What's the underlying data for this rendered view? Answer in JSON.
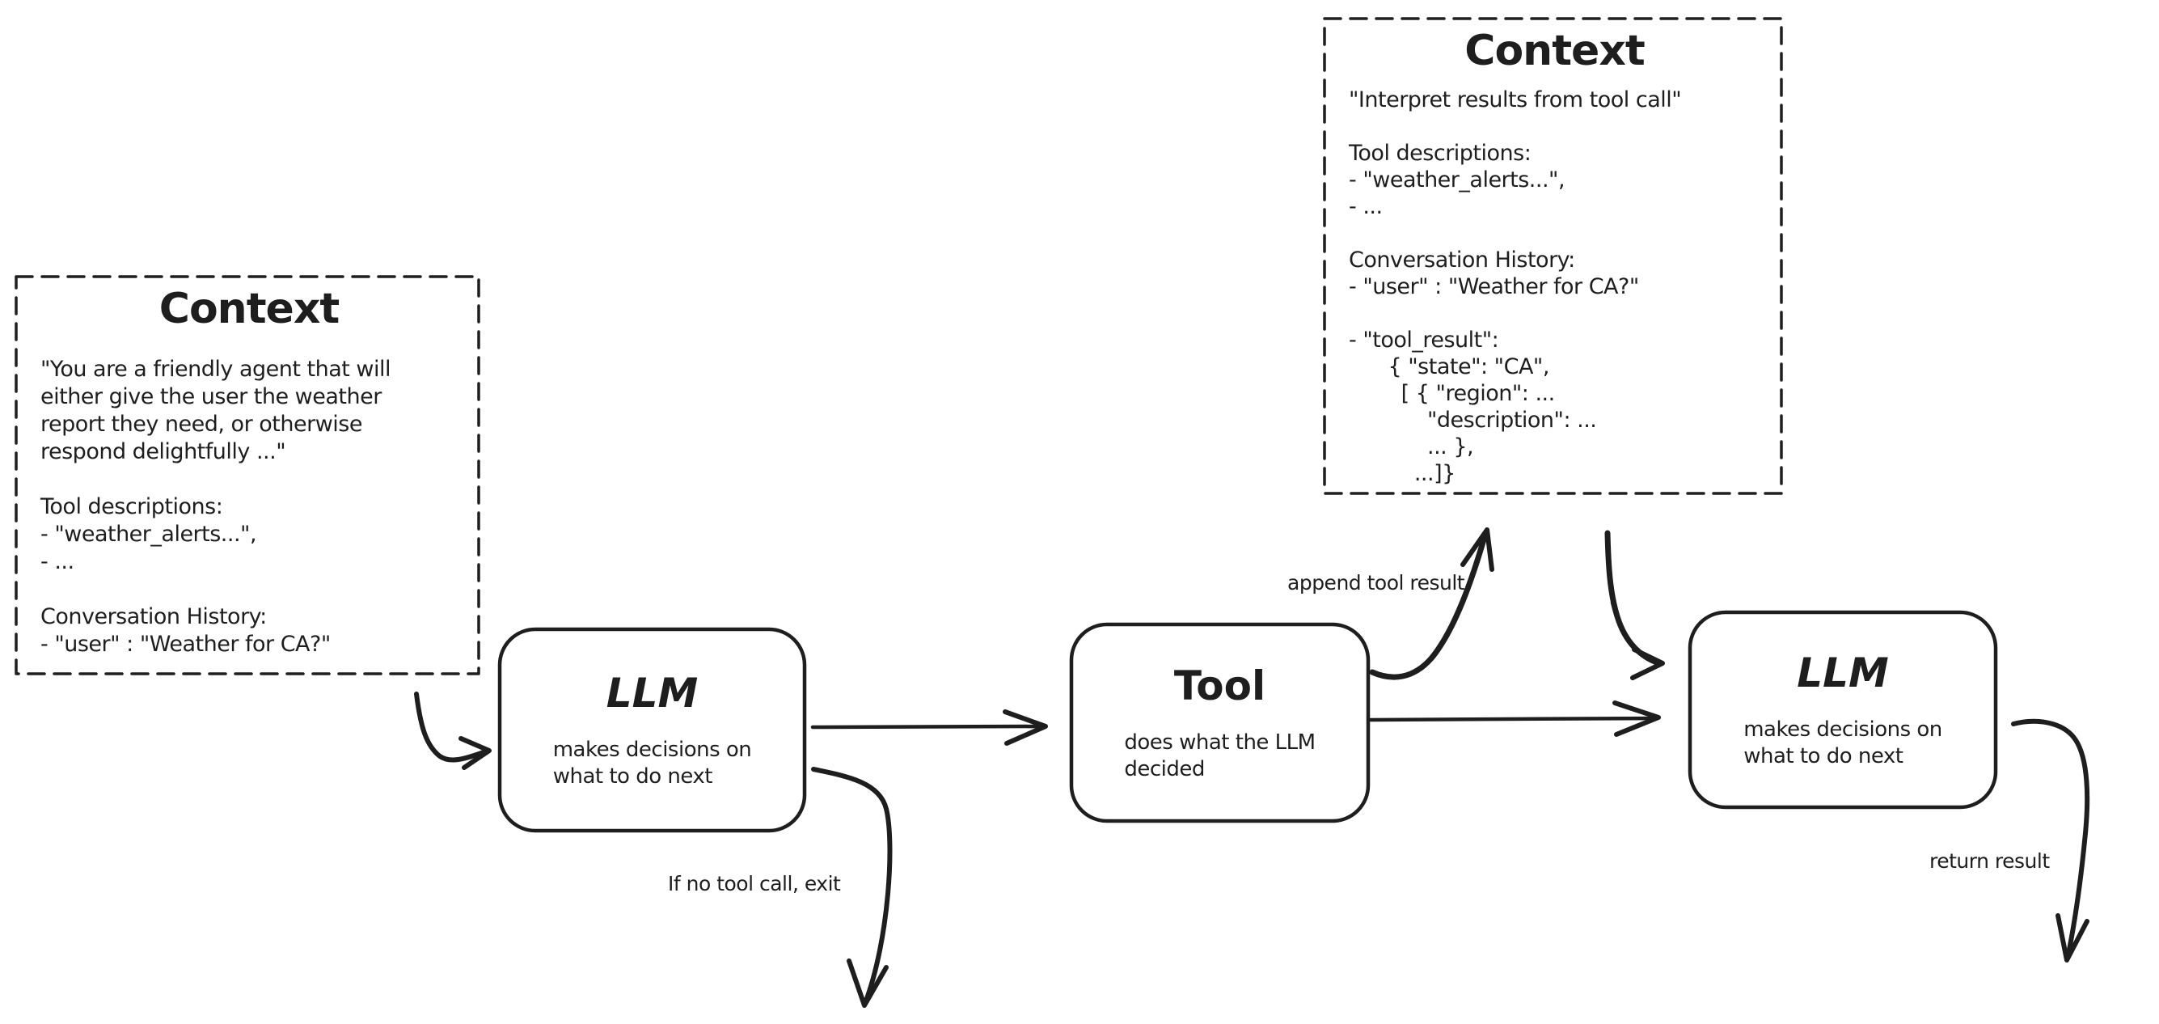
{
  "diagram": {
    "ink_color": "#1e1e1e",
    "background_color": "#ffffff"
  },
  "context_left": {
    "title": "Context",
    "body": "\"You are a friendly agent that will\neither give the user the weather\nreport they need, or otherwise\nrespond delightfully ...\"\n\nTool descriptions:\n- \"weather_alerts...\",\n- ...\n\nConversation History:\n- \"user\" : \"Weather for CA?\""
  },
  "context_right": {
    "title": "Context",
    "body": "\"Interpret results from tool call\"\n\nTool descriptions:\n- \"weather_alerts...\",\n- ...\n\nConversation History:\n- \"user\" : \"Weather for CA?\"\n\n- \"tool_result\":\n      { \"state\": \"CA\",\n        [ { \"region\": ...\n            \"description\": ...\n            ... },\n          ...]}"
  },
  "nodes": {
    "llm_1": {
      "title": "LLM",
      "subtitle": "makes decisions on\nwhat to do next"
    },
    "tool": {
      "title": "Tool",
      "subtitle": "does what the LLM\ndecided"
    },
    "llm_2": {
      "title": "LLM",
      "subtitle": "makes decisions on\nwhat to do next"
    }
  },
  "labels": {
    "append_tool_result": "append tool result",
    "if_no_tool_call_exit": "If no tool call, exit",
    "return_result": "return result"
  }
}
